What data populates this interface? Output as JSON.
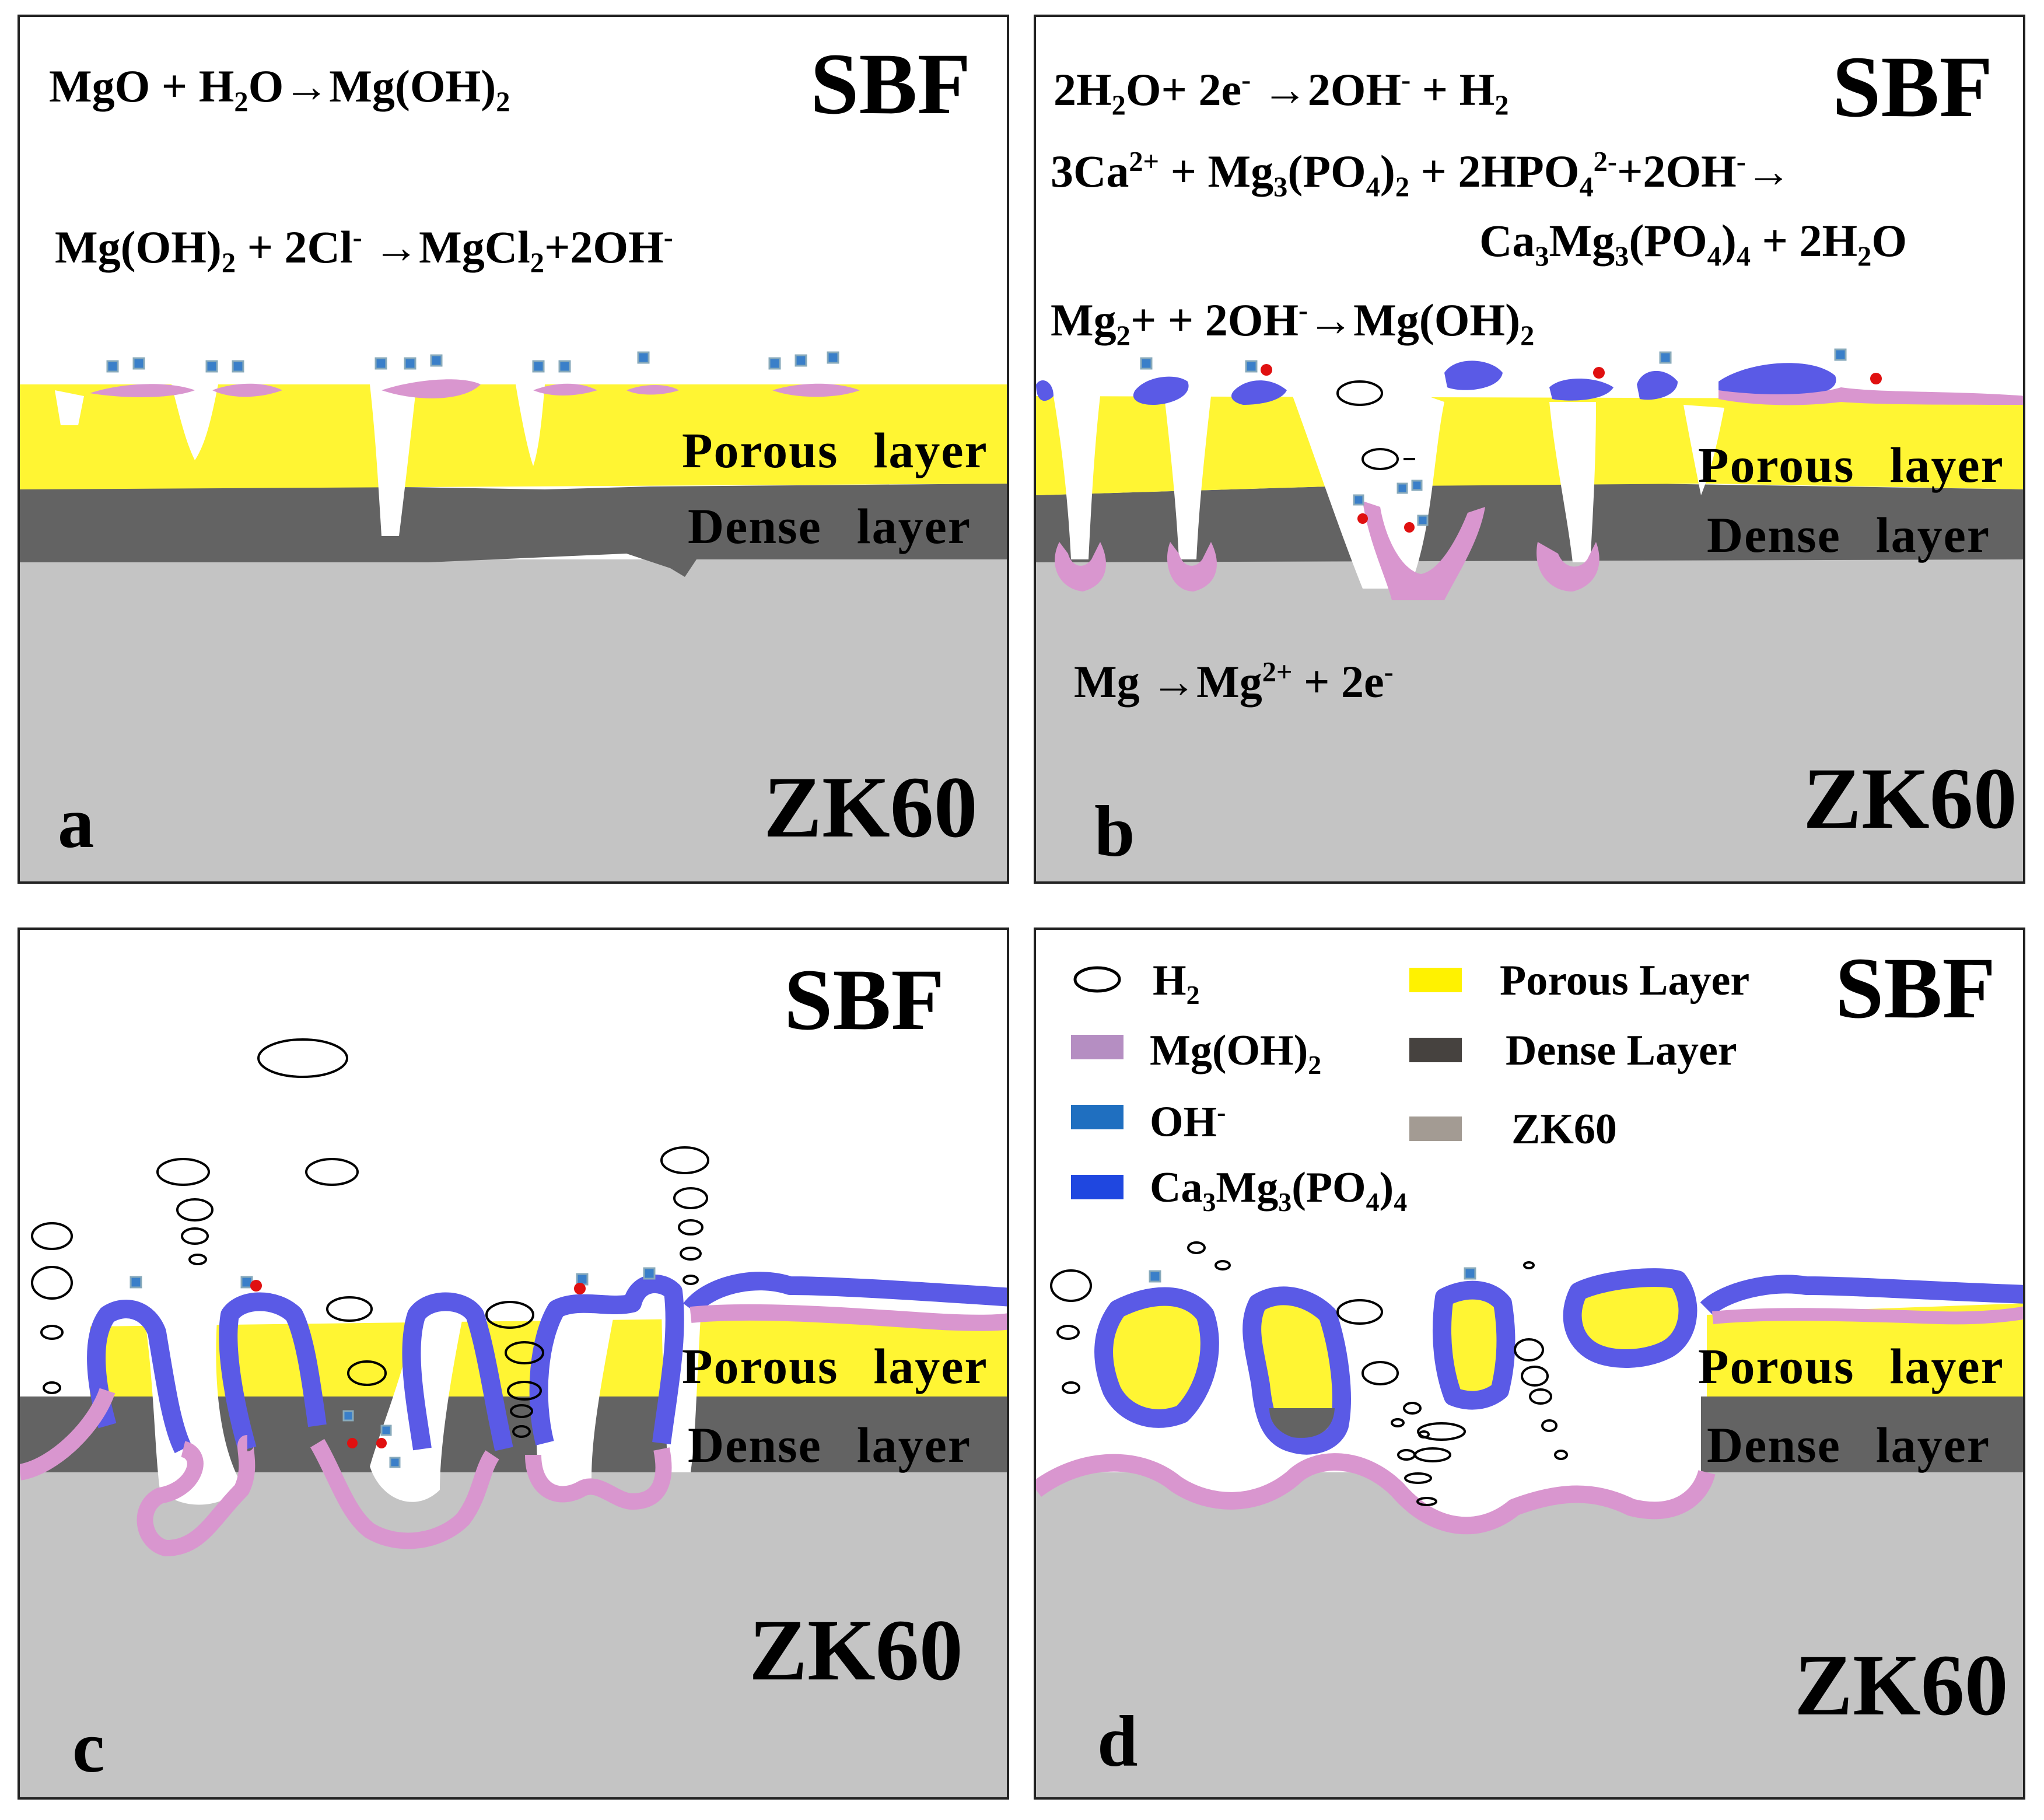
{
  "labels": {
    "sbf": "SBF",
    "zk60": "ZK60",
    "porous_word": "Porous",
    "dense_word": "Dense",
    "layer_word": "layer"
  },
  "panels": {
    "a": {
      "letter": "a"
    },
    "b": {
      "letter": "b"
    },
    "c": {
      "letter": "c"
    },
    "d": {
      "letter": "d"
    }
  },
  "equations": {
    "a1": {
      "p1": "MgO + H",
      "s1": "2",
      "p2": "O→Mg(OH)",
      "s2": "2"
    },
    "a2": {
      "p1": "Mg(OH)",
      "s1": "2",
      "p2": " + 2Cl",
      "sup1": "-",
      "p3": " →MgCl",
      "s2": "2",
      "p4": "+2OH",
      "sup2": "-"
    },
    "b1": {
      "p1": "2H",
      "s1": "2",
      "p2": "O+ 2e",
      "sup1": "-",
      "p3": " →2OH",
      "sup2": "-",
      "p4": " + H",
      "s2": "2"
    },
    "b2": {
      "p1": "3Ca",
      "sup1": "2+",
      "p2": " + Mg",
      "s1": "3",
      "p3": "(PO",
      "s2": "4",
      "p4": ")",
      "s3": "2",
      "p5": " +  2HPO",
      "s4": "4",
      "sup2": "2-",
      "p6": "+2OH",
      "sup3": "-",
      "p7": "→"
    },
    "b3": {
      "p1": "Ca",
      "s1": "3",
      "p2": "Mg",
      "s2": "3",
      "p3": "(PO",
      "s3": "4",
      "p4": ")",
      "s4": "4",
      "p5": " + 2H",
      "s5": "2",
      "p6": "O"
    },
    "b4": {
      "p1": "Mg",
      "s1": "2",
      "p2": "+ + 2OH",
      "sup1": "-",
      "p3": "→Mg(OH)",
      "s2": "2"
    },
    "b5": {
      "p1": "Mg →Mg",
      "sup1": "2+",
      "p2": " + 2e",
      "sup2": "-"
    }
  },
  "legend": {
    "h2": {
      "p1": "H",
      "s1": "2"
    },
    "mgoh2": {
      "p1": "Mg(OH)",
      "s1": "2"
    },
    "oh": {
      "p1": "OH",
      "sup1": "-"
    },
    "camgpo": {
      "p1": "Ca",
      "s1": "3",
      "p2": "Mg",
      "s2": "3",
      "p3": "(PO",
      "s3": "4",
      "p4": ")",
      "s4": "4"
    },
    "porous": "Porous Layer",
    "dense": "Dense Layer",
    "zk60": "ZK60"
  },
  "colors": {
    "porous_layer": "#FFF533",
    "dense_layer": "#636363",
    "substrate": "#C4C4C4",
    "mg_oh2": "#D996CF",
    "ca_mg_phosphate": "#5A5AE6",
    "oh_marker": "#3A7FC9",
    "red_marker": "#E01010",
    "legend_mgoh2": "#B58EC2",
    "legend_oh": "#1F6FC0",
    "legend_camgpo": "#1F47E0",
    "legend_porous": "#FFF200",
    "legend_dense": "#46423F",
    "legend_zk60": "#A39B93"
  }
}
